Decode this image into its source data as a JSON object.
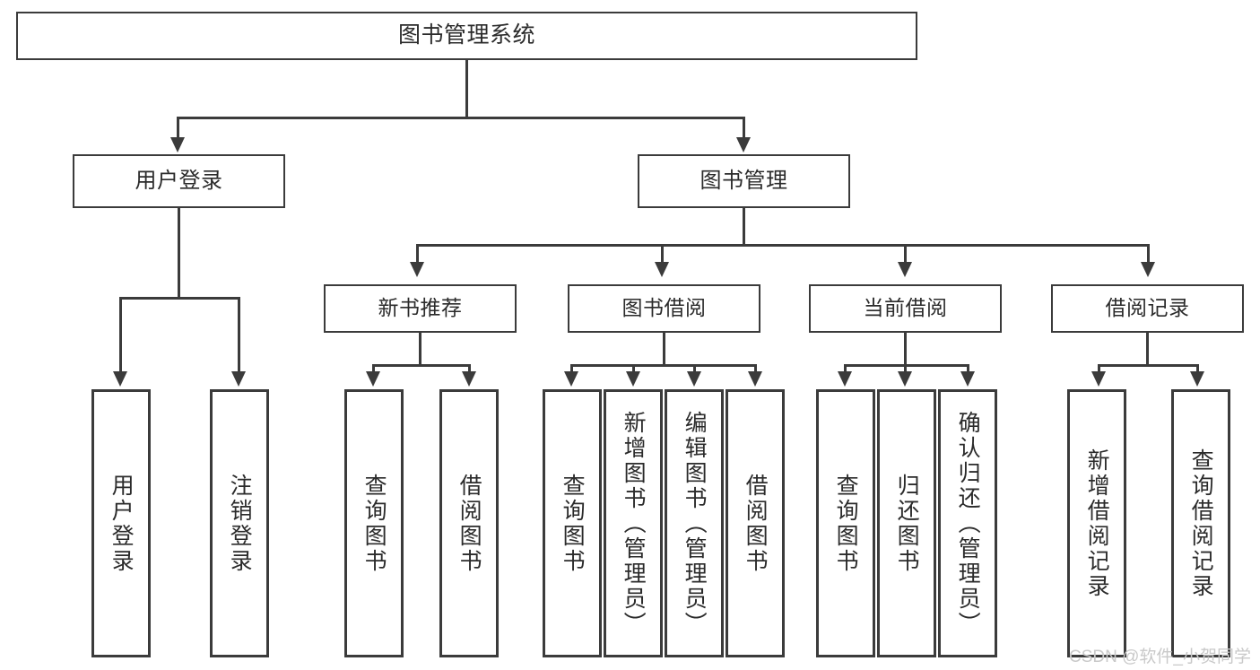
{
  "diagram": {
    "title": "图书管理系统",
    "type": "tree-hierarchy-diagram",
    "root": {
      "label": "图书管理系统"
    },
    "level2": [
      {
        "label": "用户登录"
      },
      {
        "label": "图书管理"
      }
    ],
    "level3": [
      {
        "label": "新书推荐"
      },
      {
        "label": "图书借阅"
      },
      {
        "label": "当前借阅"
      },
      {
        "label": "借阅记录"
      }
    ],
    "leaves": {
      "user_login": [
        {
          "label": "用户登录"
        },
        {
          "label": "注销登录"
        }
      ],
      "new_book_recommend": [
        {
          "label": "查询图书"
        },
        {
          "label": "借阅图书"
        }
      ],
      "book_borrow": [
        {
          "label": "查询图书"
        },
        {
          "label": "新增图书（管理员）"
        },
        {
          "label": "编辑图书（管理员）"
        },
        {
          "label": "借阅图书"
        }
      ],
      "current_borrow": [
        {
          "label": "查询图书"
        },
        {
          "label": "归还图书"
        },
        {
          "label": "确认归还（管理员）"
        }
      ],
      "borrow_record": [
        {
          "label": "新增借阅记录"
        },
        {
          "label": "查询借阅记录"
        }
      ]
    }
  },
  "watermark": {
    "text": "CSDN @软件_小贺同学"
  },
  "colors": {
    "stroke": "#3b3b3b",
    "text": "#2b2b2b",
    "background": "#ffffff",
    "watermark": "#c9c9c9"
  }
}
